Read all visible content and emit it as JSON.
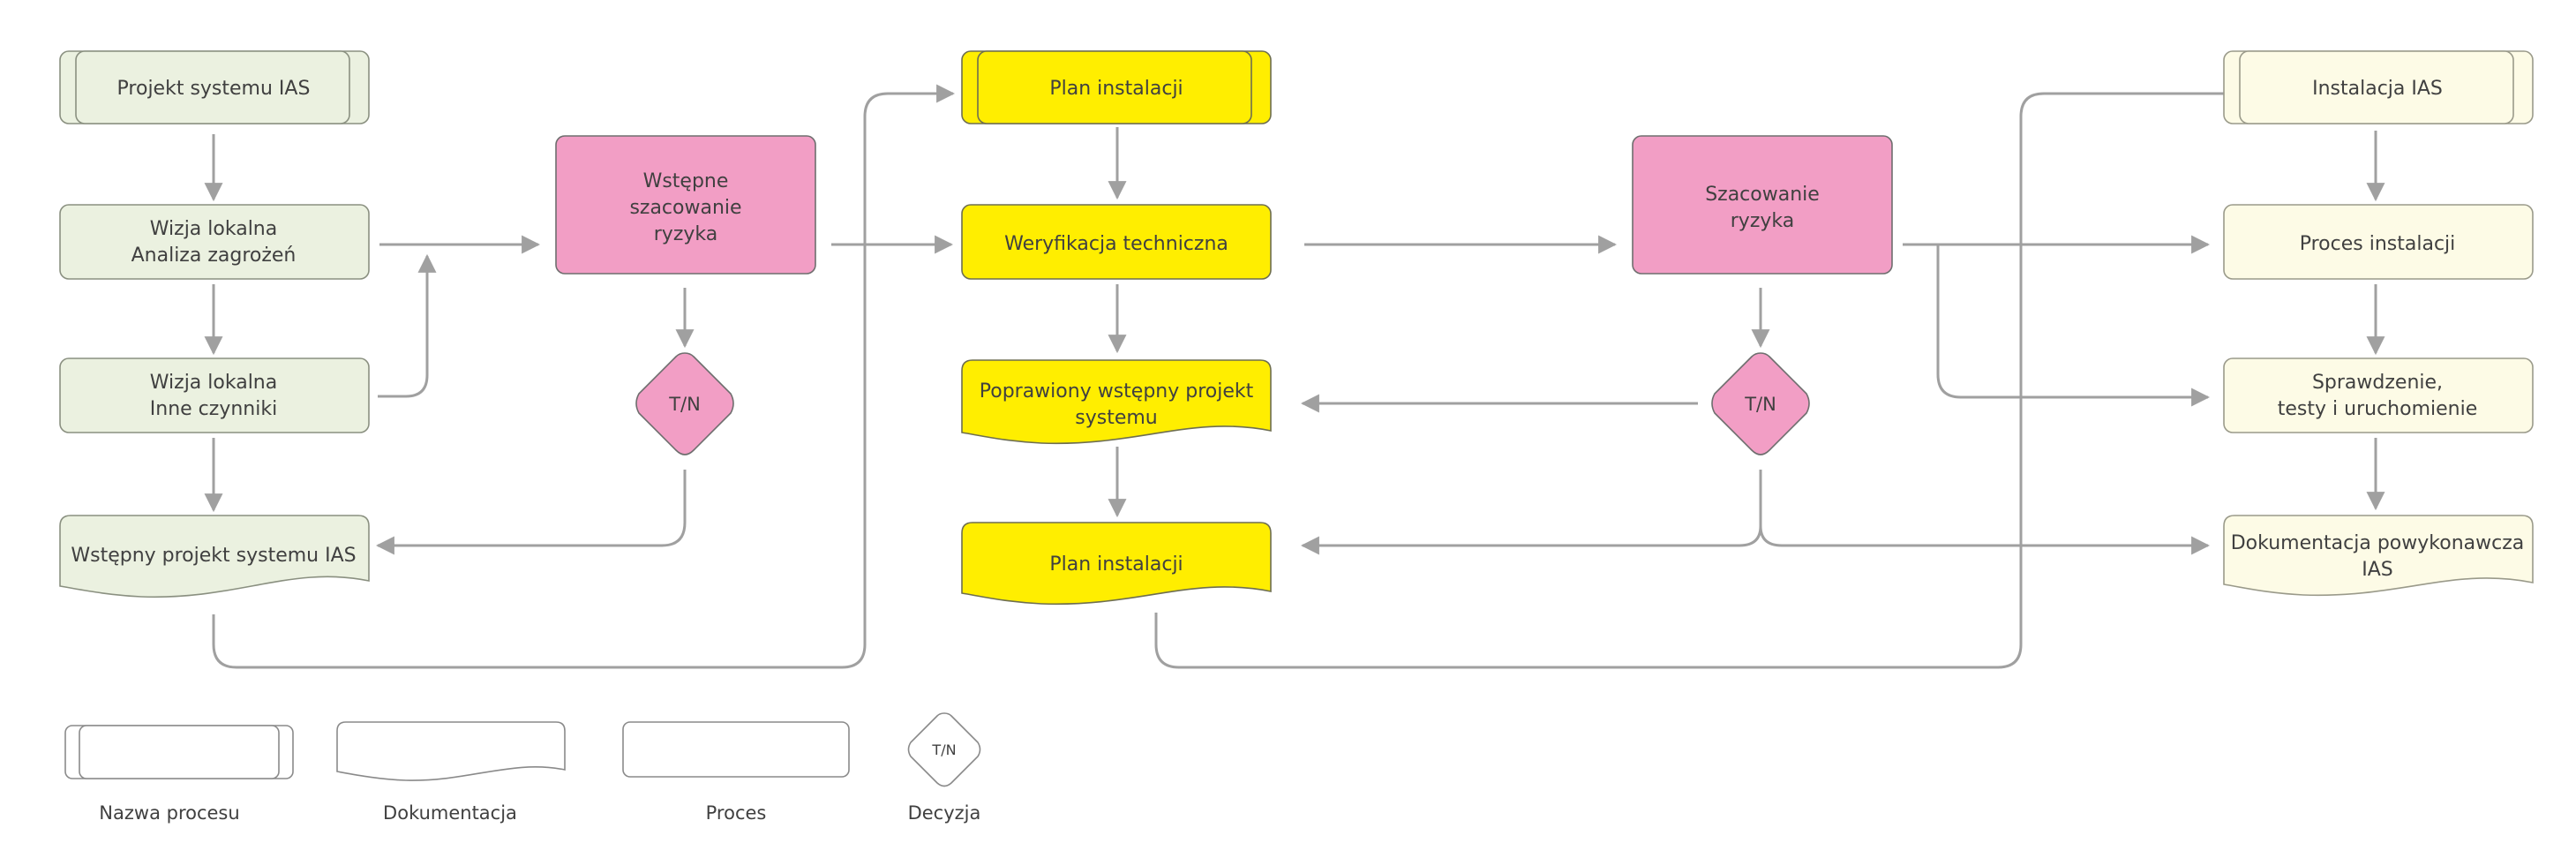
{
  "nodes": {
    "projekt_systemu": {
      "label": "Projekt systemu IAS"
    },
    "wizja_lokalna_1": {
      "line1": "Wizja lokalna",
      "line2": "Analiza zagrożeń"
    },
    "wizja_lokalna_2": {
      "line1": "Wizja lokalna",
      "line2": "Inne czynniki"
    },
    "wstepny_projekt": {
      "label": "Wstępny projekt systemu IAS"
    },
    "wstepne_szacowanie": {
      "line1": "Wstępne",
      "line2": "szacowanie",
      "line3": "ryzyka"
    },
    "decision_1": {
      "label": "T/N"
    },
    "plan_instalacji_top": {
      "label": "Plan instalacji"
    },
    "weryfikacja": {
      "label": "Weryfikacja techniczna"
    },
    "poprawiony": {
      "line1": "Poprawiony wstępny projekt",
      "line2": "systemu"
    },
    "plan_instalacji_doc": {
      "label": "Plan instalacji"
    },
    "szacowanie": {
      "line1": "Szacowanie",
      "line2": "ryzyka"
    },
    "decision_2": {
      "label": "T/N"
    },
    "instalacja_ias": {
      "label": "Instalacja IAS"
    },
    "proces_instalacji": {
      "label": "Proces instalacji"
    },
    "sprawdzenie": {
      "line1": "Sprawdzenie,",
      "line2": "testy i uruchomienie"
    },
    "dokumentacja_powykonawcza": {
      "line1": "Dokumentacja powykonawcza",
      "line2": "IAS"
    }
  },
  "legend": {
    "nazwa_procesu": "Nazwa procesu",
    "dokumentacja": "Dokumentacja",
    "proces": "Proces",
    "decyzja": "Decyzja",
    "decision_symbol": "T/N"
  },
  "colors": {
    "green": "#ebf1e0",
    "yellow": "#ffee00",
    "pink": "#f29ec5",
    "cream": "#fdfbe6",
    "connector": "#a0a0a0"
  }
}
